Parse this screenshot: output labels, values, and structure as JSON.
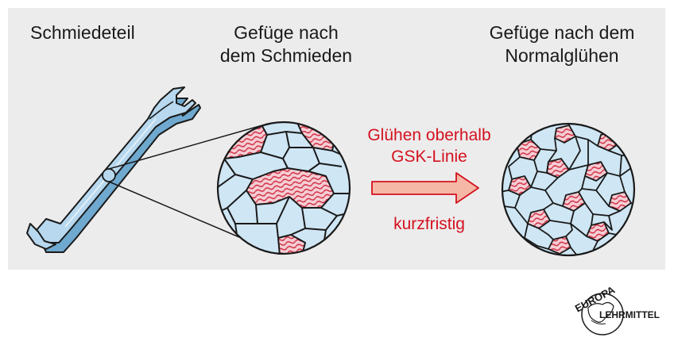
{
  "labels": {
    "forging": "Schmiedeteil",
    "after_forging_1": "Gefüge nach",
    "after_forging_2": "dem Schmieden",
    "after_annealing_1": "Gefüge nach dem",
    "after_annealing_2": "Normalglühen"
  },
  "process": {
    "line1": "Glühen oberhalb",
    "line2": "GSK-Linie",
    "duration": "kurzfristig"
  },
  "logo": {
    "top": "EUROPA",
    "bottom": "LEHRMITTEL"
  },
  "colors": {
    "ferrite": "#cfe6f4",
    "pearlite": "#f2c7cf",
    "pearlite_lines": "#d22a3e",
    "accent_red": "#d4111f",
    "arrow_fill": "#f5b8a6",
    "panel": "#ececec",
    "wrench": "#b7d8ee"
  }
}
